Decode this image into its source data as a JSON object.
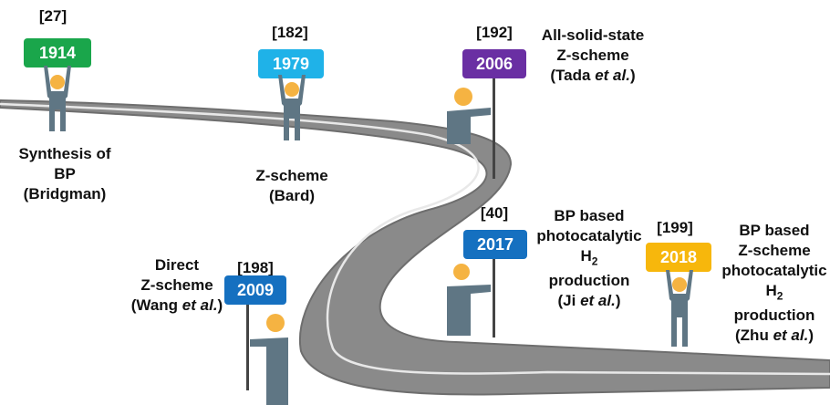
{
  "colors": {
    "road": "#8a8a8a",
    "road_edge": "#6e6e6e",
    "road_line": "#e8e8e8",
    "person": "#5f7684",
    "head": "#f5b342",
    "pole": "#444444"
  },
  "milestones": [
    {
      "year": "1914",
      "ref": "[27]",
      "color": "#1aa64b",
      "lines": [
        "Synthesis of",
        "BP",
        "(Bridgman)"
      ]
    },
    {
      "year": "1979",
      "ref": "[182]",
      "color": "#1fb2e8",
      "lines": [
        "Z-scheme",
        "(Bard)"
      ]
    },
    {
      "year": "2006",
      "ref": "[192]",
      "color": "#6a2fa3",
      "lines": [
        "All-solid-state",
        "Z-scheme",
        "(Tada ",
        "et al.",
        ")"
      ]
    },
    {
      "year": "2009",
      "ref": "[198]",
      "color": "#1570c0",
      "lines": [
        "Direct",
        "Z-scheme",
        "(Wang ",
        "et al.",
        ")"
      ]
    },
    {
      "year": "2017",
      "ref": "[40]",
      "color": "#1570c0",
      "lines": [
        "BP based",
        "photocatalytic",
        "H",
        "2",
        "production",
        "(Ji ",
        "et al.",
        ")"
      ]
    },
    {
      "year": "2018",
      "ref": "[199]",
      "color": "#f7b70c",
      "lines": [
        "BP based",
        "Z-scheme",
        "photocatalytic",
        "H",
        "2",
        "production",
        "(Zhu ",
        "et al.",
        ")"
      ]
    }
  ]
}
